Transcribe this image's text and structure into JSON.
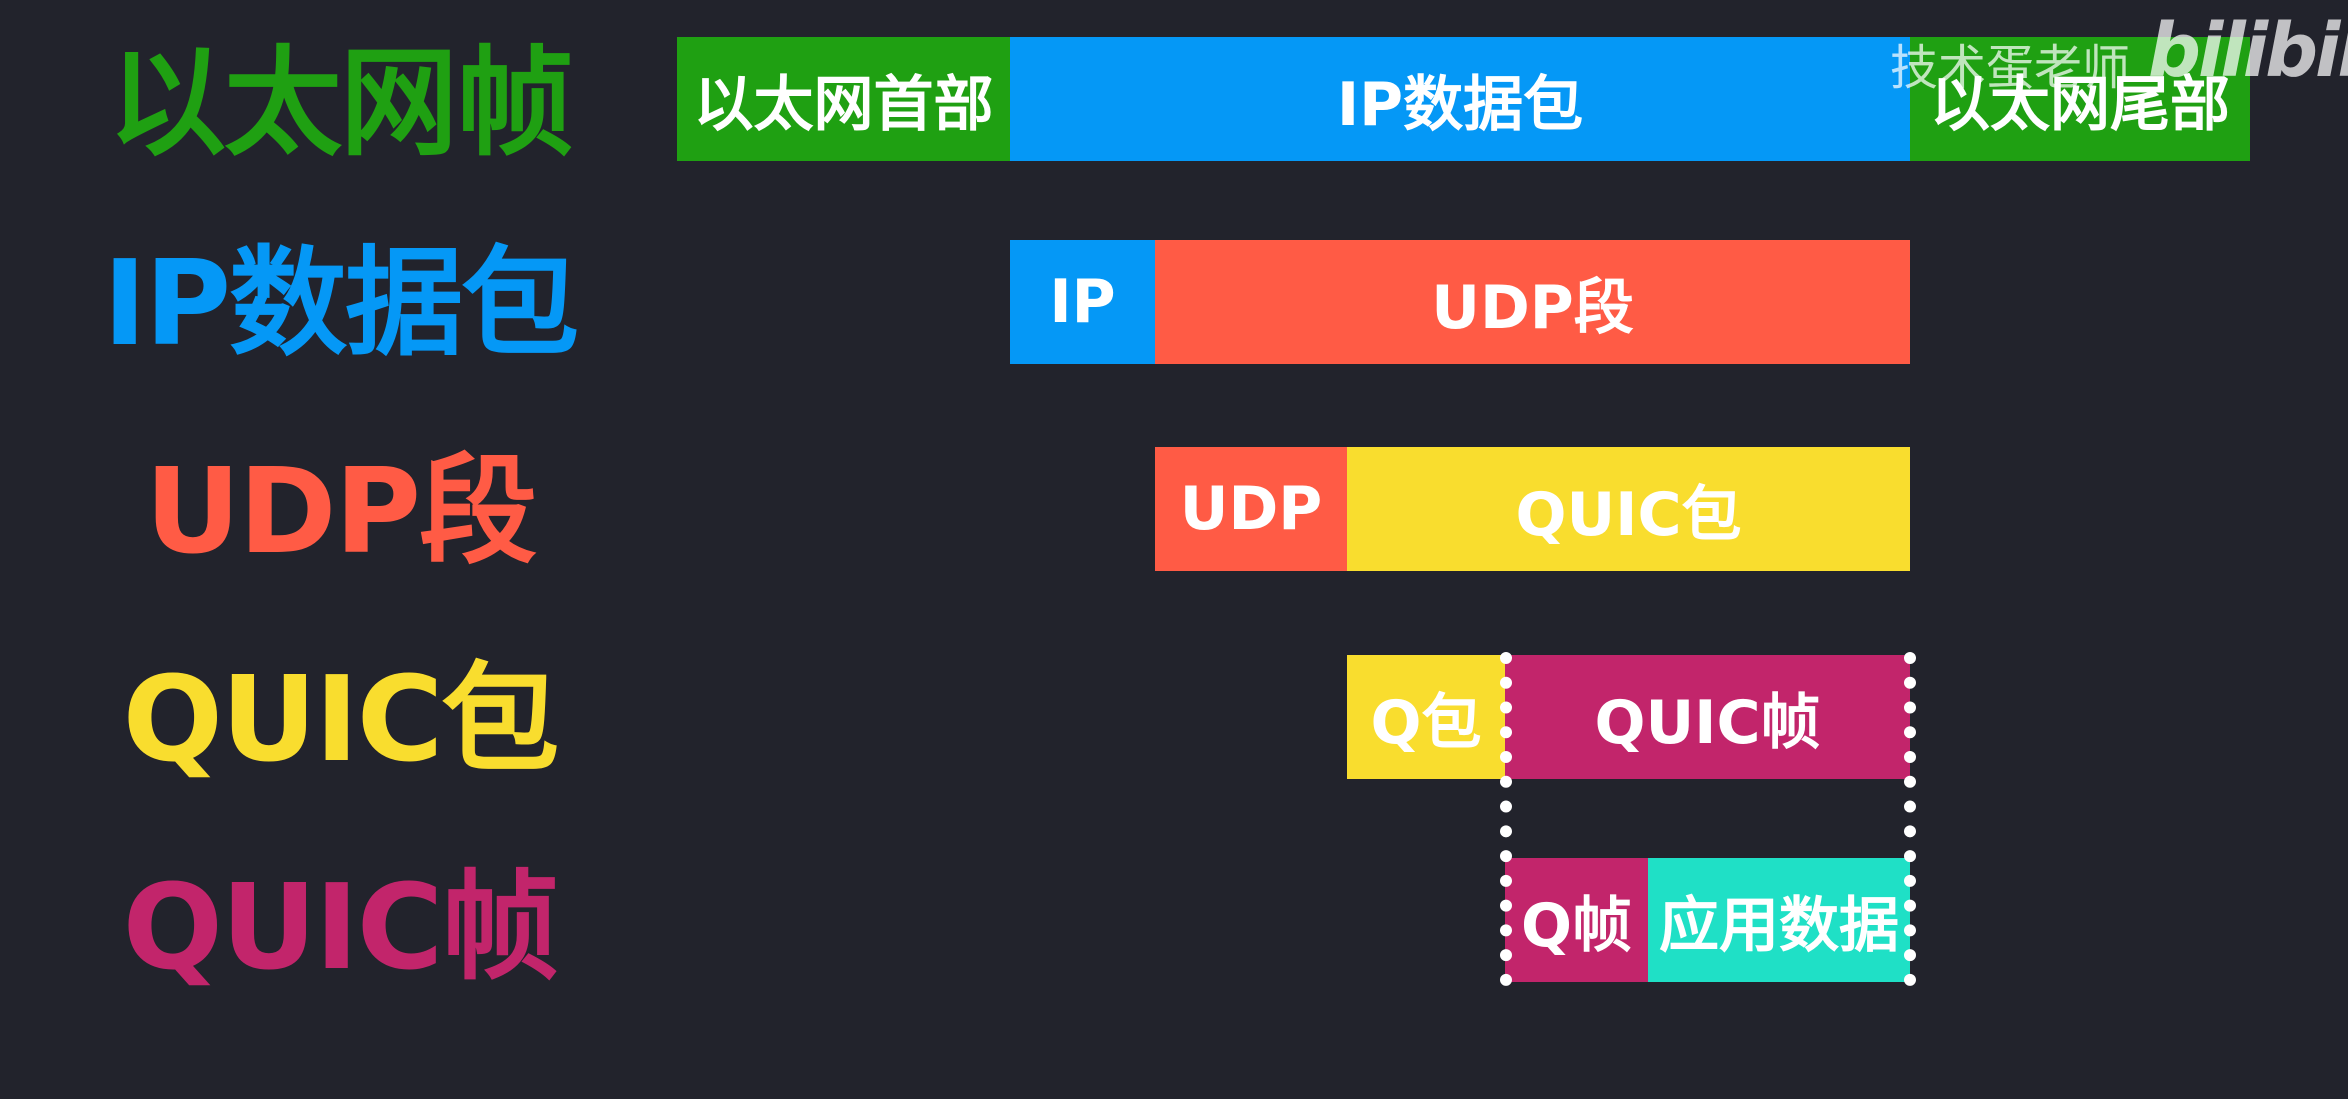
{
  "layers": [
    {
      "label": "以太网帧",
      "color": "#1fa012",
      "segments": [
        {
          "text": "以太网首部",
          "color": "#1fa012"
        },
        {
          "text": "IP数据包",
          "color": "#0598f6"
        },
        {
          "text": "以太网尾部",
          "color": "#1fa012"
        }
      ]
    },
    {
      "label": "IP数据包",
      "color": "#0598f6",
      "segments": [
        {
          "text": "IP",
          "color": "#0598f6"
        },
        {
          "text": "UDP段",
          "color": "#ff5b45"
        }
      ]
    },
    {
      "label": "UDP段",
      "color": "#ff5b45",
      "segments": [
        {
          "text": "UDP",
          "color": "#ff5b45"
        },
        {
          "text": "QUIC包",
          "color": "#f9dd2e"
        }
      ]
    },
    {
      "label": "QUIC包",
      "color": "#f9dd2e",
      "segments": [
        {
          "text": "Q包",
          "color": "#f9dd2e"
        },
        {
          "text": "QUIC帧",
          "color": "#c2256b"
        }
      ]
    },
    {
      "label": "QUIC帧",
      "color": "#c2256b",
      "segments": [
        {
          "text": "Q帧",
          "color": "#c2256b"
        },
        {
          "text": "应用数据",
          "color": "#1fe0c6"
        }
      ]
    }
  ],
  "watermark": "技术蛋老师",
  "logo": "bilibili"
}
